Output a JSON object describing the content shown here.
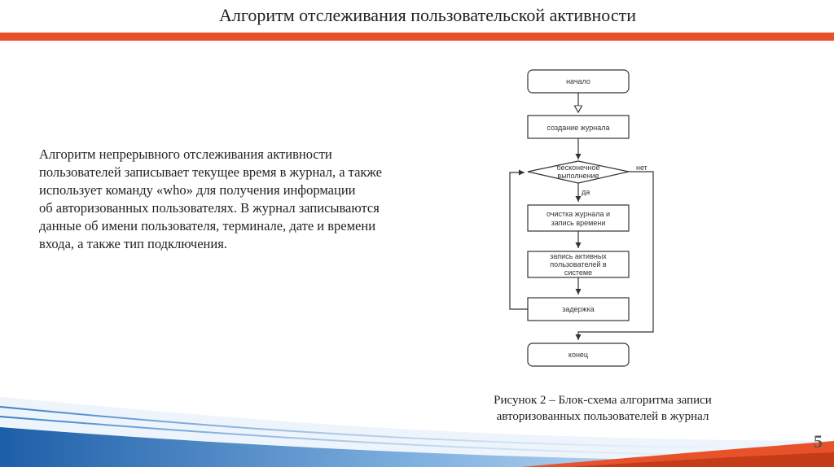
{
  "slide": {
    "title": "Алгоритм отслеживания пользовательской активности",
    "page_number": "5"
  },
  "body": {
    "lines": [
      "Алгоритм непрерывного отслеживания активности",
      "пользователей записывает текущее время в журнал, а также",
      "использует команду «who» для получения информации",
      "об авторизованных пользователях. В журнал записываются",
      "данные об имени пользователя, терминале, дате и времени",
      "входа, а также тип подключения."
    ]
  },
  "flowchart": {
    "nodes": {
      "start": "начало",
      "create_log": "создание журнала",
      "loop_cond_1": "бесконечное",
      "loop_cond_2": "выполнение",
      "clear_1": "очистка журнала и",
      "clear_2": "запись времени",
      "write_1": "запись активных",
      "write_2": "пользователей в",
      "write_3": "системе",
      "delay": "задержка",
      "end": "конец"
    },
    "edge_yes": "да",
    "edge_no": "нет"
  },
  "caption": {
    "line1": "Рисунок 2 – Блок-схема алгоритма записи",
    "line2": "авторизованных пользователей в журнал"
  },
  "colors": {
    "accent": "#e8522a",
    "wave_blue": "#2e6fb8"
  }
}
